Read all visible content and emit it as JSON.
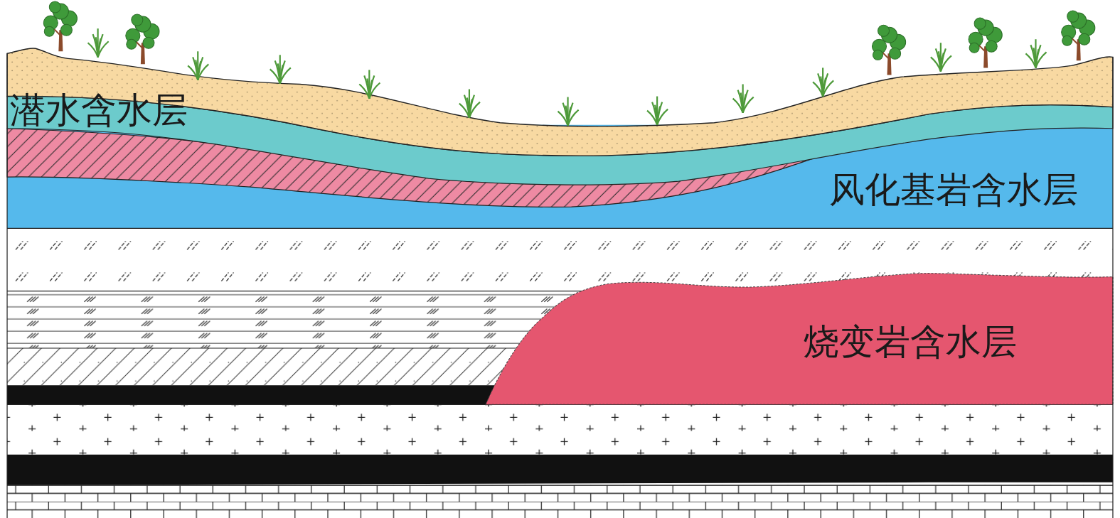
{
  "diagram": {
    "nodes": [
      {
        "text": [
          "潜水含水层"
        ]
      },
      {
        "text": [
          "风化基岩含水层"
        ]
      },
      {
        "text": [
          "烧变岩含水层"
        ]
      }
    ]
  }
}
